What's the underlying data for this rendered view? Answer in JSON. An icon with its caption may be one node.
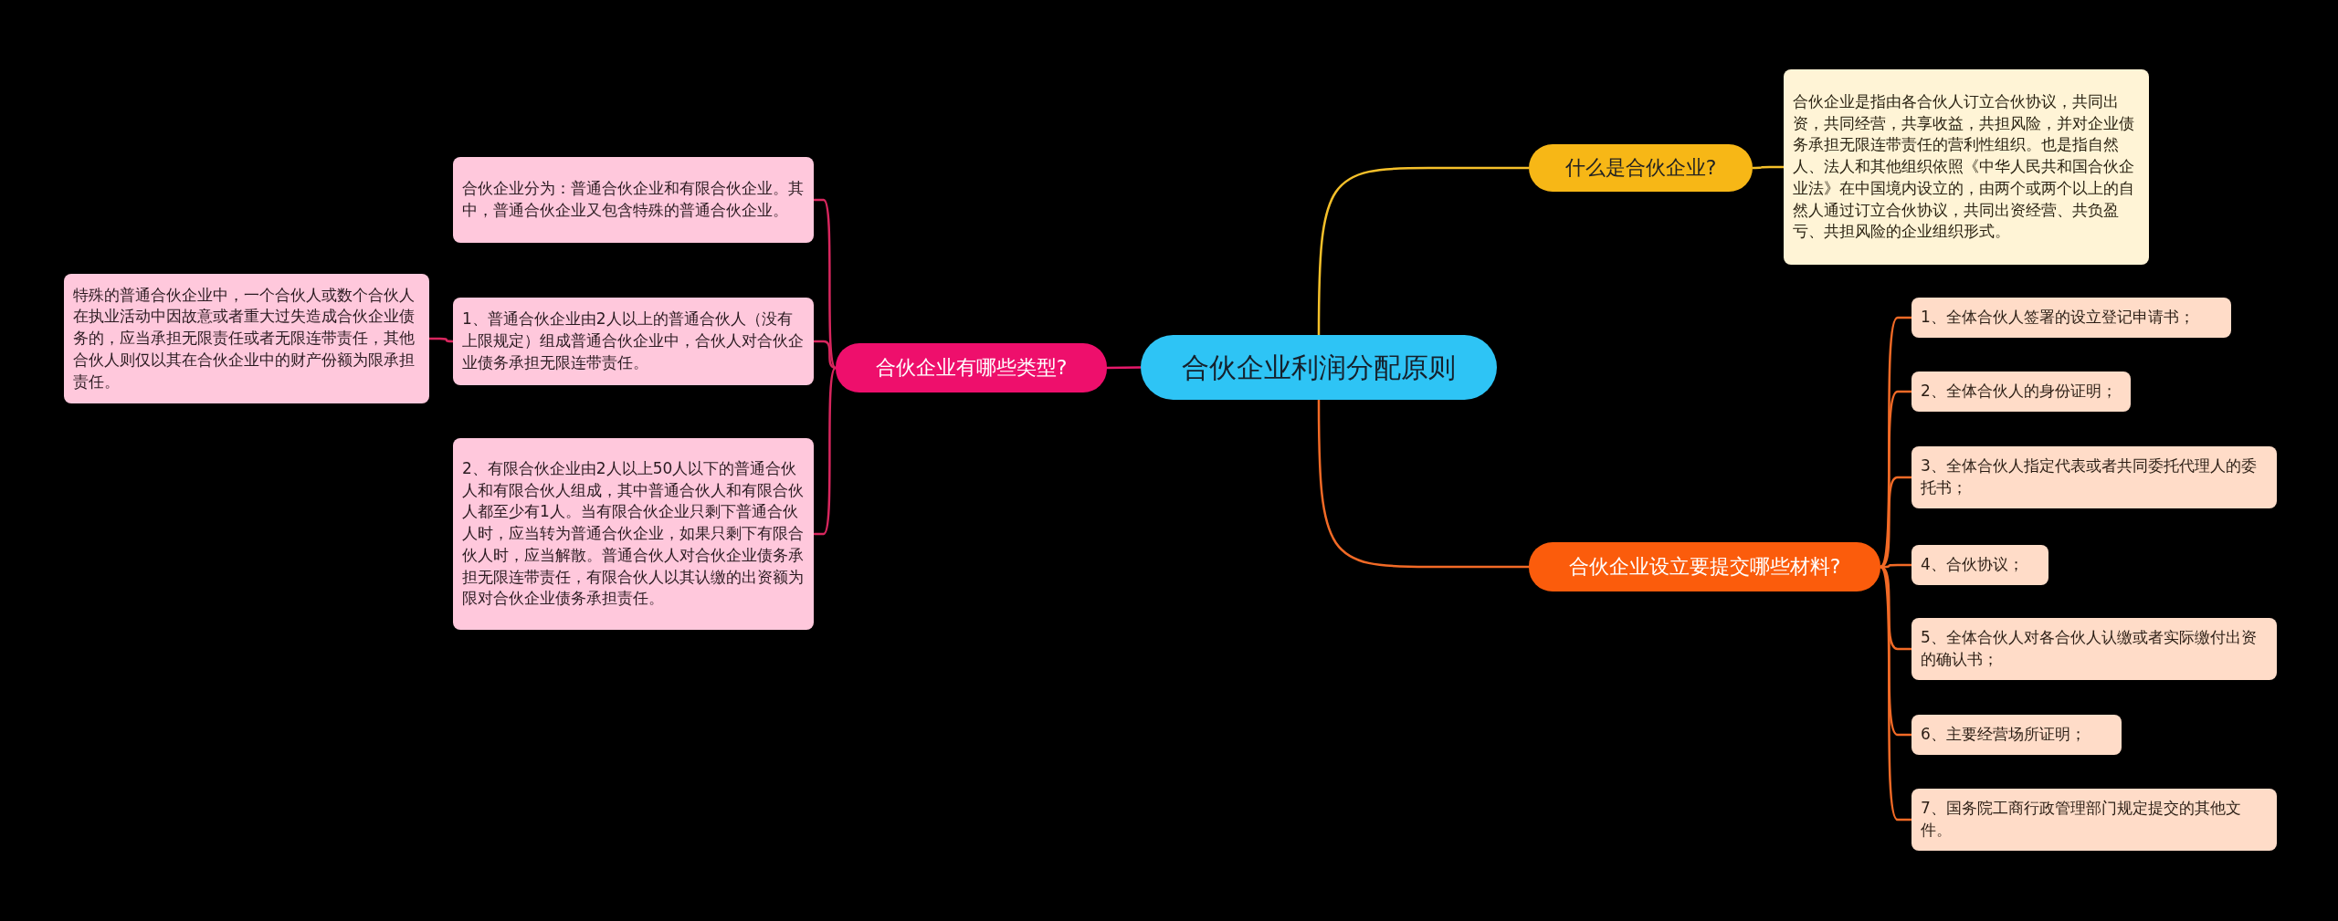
{
  "diagram": {
    "nodes": [
      {
        "text": [
          "合伙企业利润分配原则"
        ]
      },
      {
        "text": [
          "什么是合伙企业?"
        ]
      },
      {
        "text": [
          "合伙企业是指由各合伙人订立合伙协议，共同出资，共同经营，共享收益，共担风险，并对企业债务承担无限连带责任的营利性组织。也是指自然人、法人和其他组织依照《中华人民共和国合伙企业法》在中国境内设立的，由两个或两个以上的自然人通过订立合伙协议，共同出资经营、共负盈亏、共担风险的企业组织形式。"
        ]
      },
      {
        "text": [
          "合伙企业有哪些类型?"
        ]
      },
      {
        "text": [
          "合伙企业分为：普通合伙企业和有限合伙企业。其中，普通合伙企业又包含特殊的普通合伙企业。"
        ]
      },
      {
        "text": [
          "1、普通合伙企业由2人以上的普通合伙人（没有上限规定）组成普通合伙企业中，合伙人对合伙企业债务承担无限连带责任。"
        ]
      },
      {
        "text": [
          "特殊的普通合伙企业中，一个合伙人或数个合伙人在执业活动中因故意或者重大过失造成合伙企业债务的，应当承担无限责任或者无限连带责任，其他合伙人则仅以其在合伙企业中的财产份额为限承担责任。"
        ]
      },
      {
        "text": [
          "2、有限合伙企业由2人以上50人以下的普通合伙人和有限合伙人组成，其中普通合伙人和有限合伙人都至少有1人。当有限合伙企业只剩下普通合伙人时，应当转为普通合伙企业，如果只剩下有限合伙人时，应当解散。普通合伙人对合伙企业债务承担无限连带责任，有限合伙人以其认缴的出资额为限对合伙企业债务承担责任。"
        ]
      },
      {
        "text": [
          "合伙企业设立要提交哪些材料?"
        ]
      },
      {
        "text": [
          "1、全体合伙人签署的设立登记申请书；"
        ]
      },
      {
        "text": [
          "2、全体合伙人的身份证明；"
        ]
      },
      {
        "text": [
          "3、全体合伙人指定代表或者共同委托代理人的委托书；"
        ]
      },
      {
        "text": [
          "4、合伙协议；"
        ]
      },
      {
        "text": [
          "5、全体合伙人对各合伙人认缴或者实际缴付出资的确认书；"
        ]
      },
      {
        "text": [
          "6、主要经营场所证明；"
        ]
      },
      {
        "text": [
          "7、国务院工商行政管理部门规定提交的其他文件。"
        ]
      }
    ],
    "edges": [
      {
        "from": 0,
        "to": 1,
        "arrow": "none",
        "color": "#f5c02a"
      },
      {
        "from": 1,
        "to": 2,
        "arrow": "none",
        "color": "#f5c02a"
      },
      {
        "from": 0,
        "to": 3,
        "arrow": "none",
        "color": "#e5196a"
      },
      {
        "from": 3,
        "to": 4,
        "arrow": "none",
        "color": "#d8265e"
      },
      {
        "from": 3,
        "to": 5,
        "arrow": "none",
        "color": "#d8265e"
      },
      {
        "from": 5,
        "to": 6,
        "arrow": "none",
        "color": "#d8265e"
      },
      {
        "from": 3,
        "to": 7,
        "arrow": "none",
        "color": "#d8265e"
      },
      {
        "from": 0,
        "to": 8,
        "arrow": "none"
      },
      {
        "from": 8,
        "to": 9,
        "arrow": "none"
      },
      {
        "from": 8,
        "to": 10,
        "arrow": "none"
      },
      {
        "from": 8,
        "to": 11,
        "arrow": "none"
      },
      {
        "from": 8,
        "to": 12,
        "arrow": "none"
      },
      {
        "from": 8,
        "to": 13,
        "arrow": "none"
      },
      {
        "from": 8,
        "to": 14,
        "arrow": "none"
      },
      {
        "from": 8,
        "to": 15,
        "arrow": "none"
      }
    ]
  }
}
